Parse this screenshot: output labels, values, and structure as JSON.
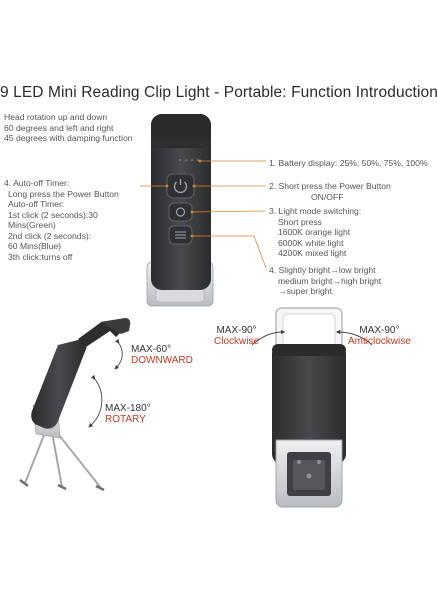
{
  "title": "9 LED Mini Reading Clip Light - Portable: Function Introduction",
  "head_rotation": [
    "Head rotation up and down",
    "60 degrees and left and right",
    "45 degrees with damping function"
  ],
  "timer": {
    "heading": "4. Auto-off Timer:",
    "lines": [
      "Long press the Power Button",
      "Auto-off Timer:",
      "1st click (2 seconds):30",
      "Mins(Green)",
      "2nd click (2 seconds):",
      "60 Mins(Blue)",
      "3th click:turns off"
    ]
  },
  "features": {
    "battery": "1. Battery display: 25%, 50%, 75%, 100%",
    "short_press": [
      "2. Short press the Power Button",
      "ON/OFF"
    ],
    "light_mode": [
      "3. Light mode switching:",
      "Short press",
      "1600K orange light",
      "6000K white light",
      "4200K mixed light"
    ],
    "brightness": [
      "4. Slightly bright→low bright",
      "medium bright→high bright",
      "→super bright"
    ]
  },
  "angles": {
    "downward_value": "MAX-60°",
    "downward_label": "DOWNWARD",
    "rotary_value": "MAX-180°",
    "rotary_label": "ROTARY",
    "clockwise_value": "MAX-90°",
    "clockwise_label": "Clockwise",
    "anticlockwise_value": "MAX-90°",
    "anticlockwise_label": "Amticlockwise"
  },
  "colors": {
    "accent": "#c23a22",
    "leader": "#d9882c",
    "device": "#3a3b3d"
  }
}
